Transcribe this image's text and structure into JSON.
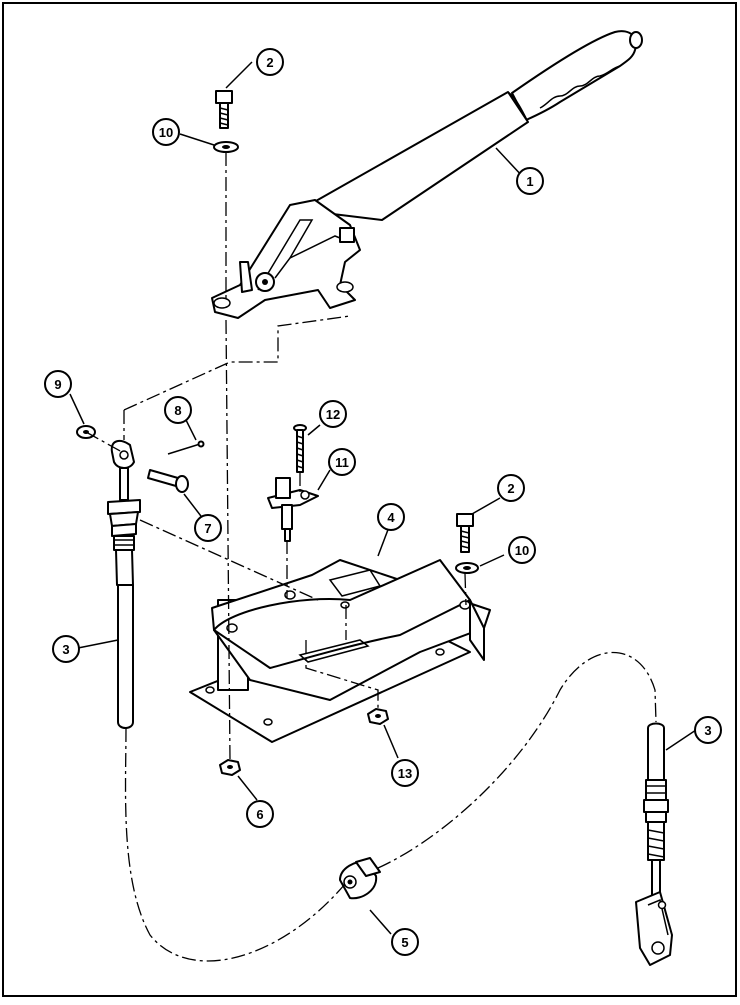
{
  "diagram": {
    "callouts": [
      {
        "id": "c1",
        "label": "1"
      },
      {
        "id": "c2a",
        "label": "2"
      },
      {
        "id": "c10a",
        "label": "10"
      },
      {
        "id": "c9",
        "label": "9"
      },
      {
        "id": "c8",
        "label": "8"
      },
      {
        "id": "c7",
        "label": "7"
      },
      {
        "id": "c12",
        "label": "12"
      },
      {
        "id": "c11",
        "label": "11"
      },
      {
        "id": "c4",
        "label": "4"
      },
      {
        "id": "c2b",
        "label": "2"
      },
      {
        "id": "c10b",
        "label": "10"
      },
      {
        "id": "c3a",
        "label": "3"
      },
      {
        "id": "c3b",
        "label": "3"
      },
      {
        "id": "c13",
        "label": "13"
      },
      {
        "id": "c6",
        "label": "6"
      },
      {
        "id": "c5",
        "label": "5"
      }
    ]
  }
}
